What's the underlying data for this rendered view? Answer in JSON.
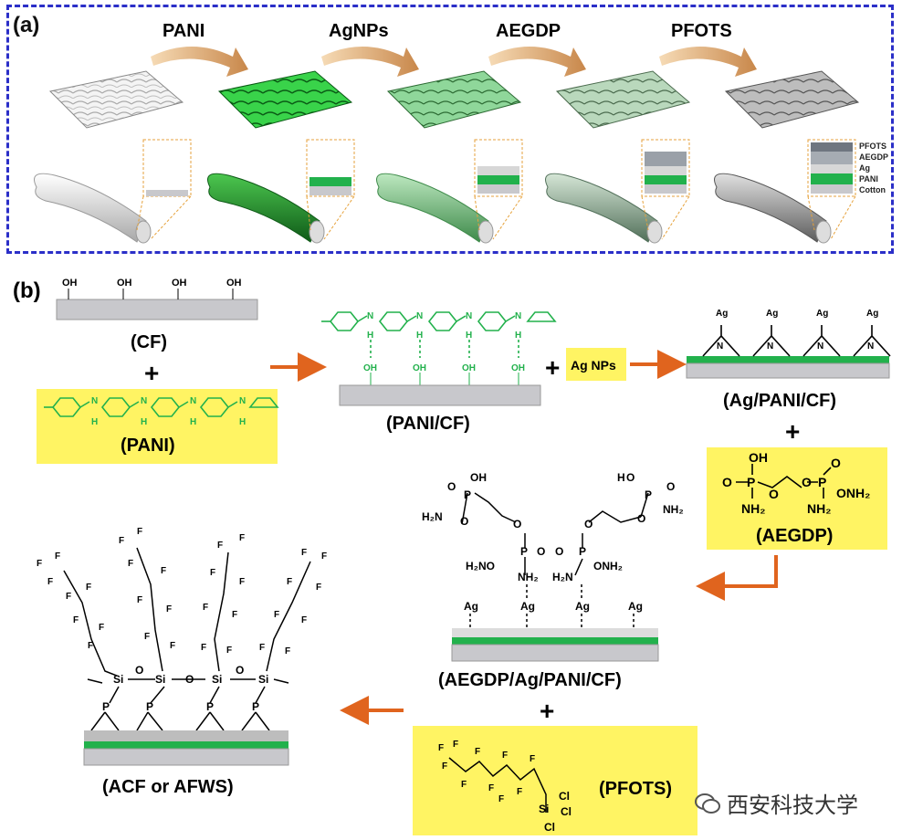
{
  "panel_a": {
    "label": "(a)",
    "steps": [
      "PANI",
      "AgNPs",
      "AEGDP",
      "PFOTS"
    ],
    "layer_legend": [
      "PFOTS",
      "AEGDP",
      "Ag",
      "PANI",
      "Cotton"
    ]
  },
  "panel_b": {
    "label": "(b)",
    "cf_label": "(CF)",
    "pani_label": "(PANI)",
    "pani_cf_label": "(PANI/CF)",
    "ag_nps_label": "Ag NPs",
    "ag_pani_cf_label": "(Ag/PANI/CF)",
    "aegdp_label": "(AEGDP)",
    "aegdp_stack_label": "(AEGDP/Ag/PANI/CF)",
    "pfots_label": "(PFOTS)",
    "acf_label": "(ACF or AFWS)",
    "plus": "+",
    "oh": "OH",
    "ag": "Ag",
    "n": "N",
    "h": "H",
    "f": "F",
    "si": "Si",
    "o": "O",
    "p": "P",
    "cl": "Cl",
    "nh2": "NH₂",
    "h2n": "H₂N",
    "onh2": "ONH₂",
    "h2no": "H₂NO"
  },
  "watermark": {
    "text": "西安科技大学",
    "icon": "wechat-icon"
  },
  "colors": {
    "frame": "#2b2fc8",
    "arrow": "#e0641e",
    "pani_green": "#22b14c",
    "highlight": "#fff463",
    "substrate": "#c8c8cc"
  }
}
